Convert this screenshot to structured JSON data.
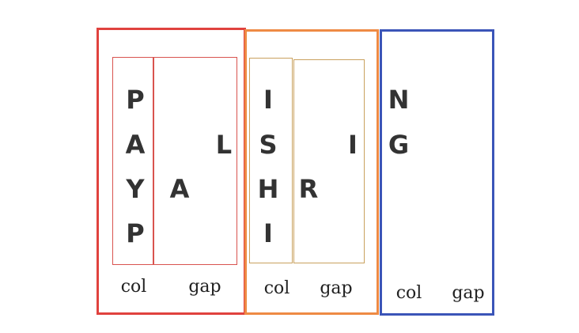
{
  "colors": {
    "group_1_border": "#e0423e",
    "group_2_border": "#ee8a44",
    "group_3_border": "#3b55b8",
    "inner_box_red": "#d9534f",
    "inner_box_tan": "#c9a15e",
    "letter_color": "#333333"
  },
  "groups": [
    {
      "col_letters": [
        "P",
        "A",
        "Y",
        "P"
      ],
      "gap_letters": [
        "L",
        "A"
      ],
      "col_caption": "col",
      "gap_caption": "gap"
    },
    {
      "col_letters": [
        "I",
        "S",
        "H",
        "I"
      ],
      "gap_letters": [
        "I",
        "R"
      ],
      "col_caption": "col",
      "gap_caption": "gap"
    },
    {
      "col_letters": [
        "N",
        "G"
      ],
      "col_caption": "col",
      "gap_caption": "gap"
    }
  ]
}
